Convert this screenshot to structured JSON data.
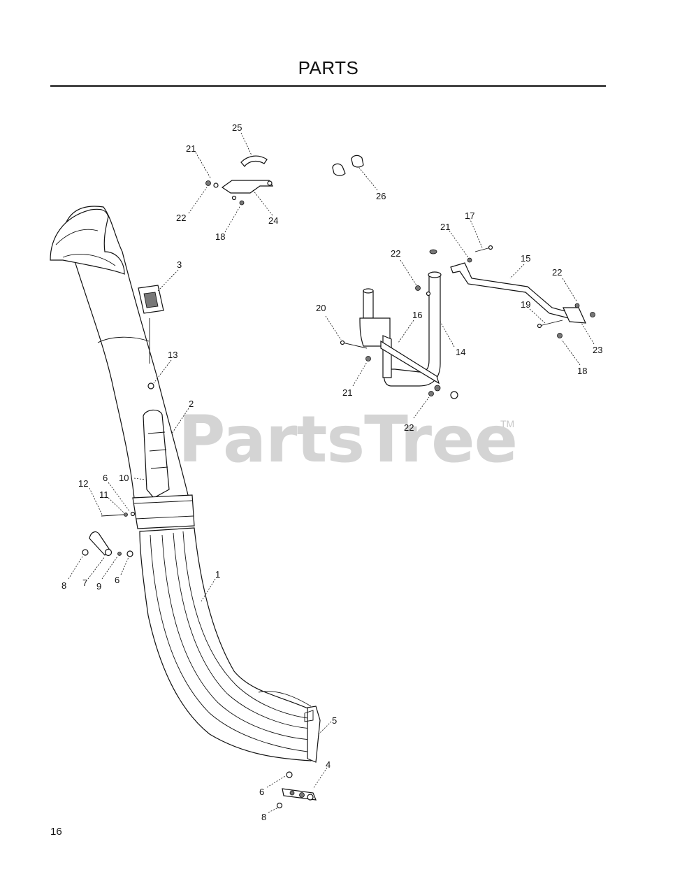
{
  "page": {
    "title": "PARTS",
    "page_number": "16",
    "watermark": "PartsTree",
    "watermark_tm": "TM"
  },
  "callouts": [
    {
      "id": "c25",
      "label": "25"
    },
    {
      "id": "c21a",
      "label": "21"
    },
    {
      "id": "c22a",
      "label": "22"
    },
    {
      "id": "c24",
      "label": "24"
    },
    {
      "id": "c18a",
      "label": "18"
    },
    {
      "id": "c26",
      "label": "26"
    },
    {
      "id": "c17",
      "label": "17"
    },
    {
      "id": "c21b",
      "label": "21"
    },
    {
      "id": "c22b",
      "label": "22"
    },
    {
      "id": "c15",
      "label": "15"
    },
    {
      "id": "c22c",
      "label": "22"
    },
    {
      "id": "c19",
      "label": "19"
    },
    {
      "id": "c23",
      "label": "23"
    },
    {
      "id": "c18b",
      "label": "18"
    },
    {
      "id": "c16",
      "label": "16"
    },
    {
      "id": "c20",
      "label": "20"
    },
    {
      "id": "c14",
      "label": "14"
    },
    {
      "id": "c21c",
      "label": "21"
    },
    {
      "id": "c22d",
      "label": "22"
    },
    {
      "id": "c3",
      "label": "3"
    },
    {
      "id": "c13",
      "label": "13"
    },
    {
      "id": "c2",
      "label": "2"
    },
    {
      "id": "c12",
      "label": "12"
    },
    {
      "id": "c6a",
      "label": "6"
    },
    {
      "id": "c10",
      "label": "10"
    },
    {
      "id": "c11",
      "label": "11"
    },
    {
      "id": "c8a",
      "label": "8"
    },
    {
      "id": "c7",
      "label": "7"
    },
    {
      "id": "c9",
      "label": "9"
    },
    {
      "id": "c6b",
      "label": "6"
    },
    {
      "id": "c1",
      "label": "1"
    },
    {
      "id": "c5",
      "label": "5"
    },
    {
      "id": "c4",
      "label": "4"
    },
    {
      "id": "c6c",
      "label": "6"
    },
    {
      "id": "c8b",
      "label": "8"
    }
  ]
}
